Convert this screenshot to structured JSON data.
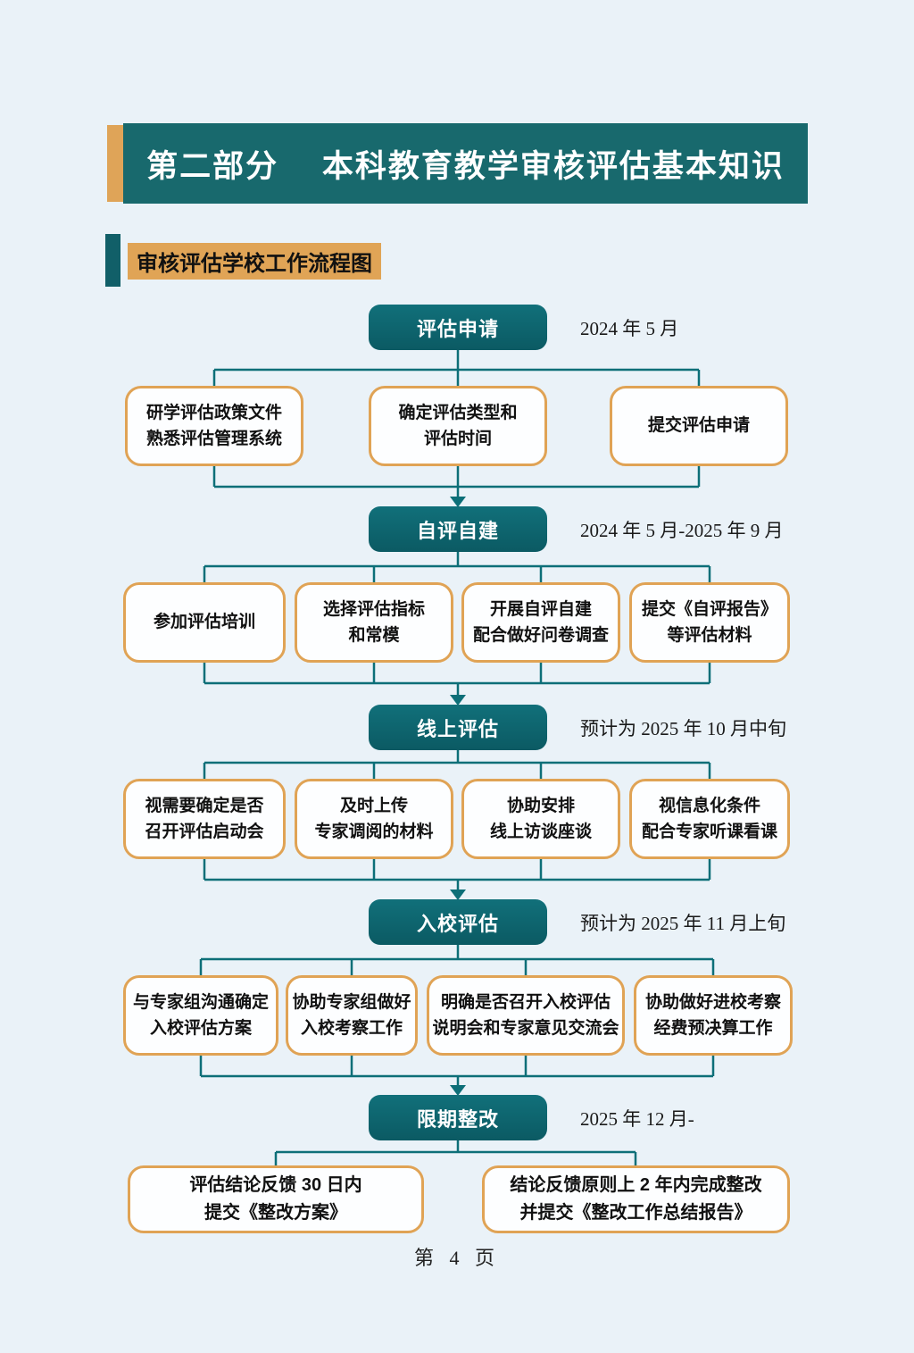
{
  "header": {
    "title": "第二部分　 本科教育教学审核评估基本知识"
  },
  "section": {
    "title": "审核评估学校工作流程图"
  },
  "footer": {
    "page_label": "第 4 页"
  },
  "colors": {
    "background": "#eaf2f8",
    "banner_teal": "#18696d",
    "stage_teal_dark": "#0b5a63",
    "connector_teal": "#0d6f78",
    "accent_orange": "#dfa458",
    "task_border_orange": "#e0a355"
  },
  "flow": {
    "stages": [
      {
        "label": "评估申请",
        "date": "2024 年 5 月",
        "tasks": [
          "研学评估政策文件\n熟悉评估管理系统",
          "确定评估类型和\n评估时间",
          "提交评估申请"
        ]
      },
      {
        "label": "自评自建",
        "date": "2024 年 5 月-2025 年 9 月",
        "tasks": [
          "参加评估培训",
          "选择评估指标\n和常模",
          "开展自评自建\n配合做好问卷调查",
          "提交《自评报告》\n等评估材料"
        ]
      },
      {
        "label": "线上评估",
        "date": "预计为 2025 年 10 月中旬",
        "tasks": [
          "视需要确定是否\n召开评估启动会",
          "及时上传\n专家调阅的材料",
          "协助安排\n线上访谈座谈",
          "视信息化条件\n配合专家听课看课"
        ]
      },
      {
        "label": "入校评估",
        "date": "预计为 2025 年 11 月上旬",
        "tasks": [
          "与专家组沟通确定\n入校评估方案",
          "协助专家组做好\n入校考察工作",
          "明确是否召开入校评估\n说明会和专家意见交流会",
          "协助做好进校考察\n经费预决算工作"
        ]
      },
      {
        "label": "限期整改",
        "date": "2025 年 12 月-",
        "tasks": [
          "评估结论反馈 30 日内\n提交《整改方案》",
          "结论反馈原则上 2 年内完成整改\n并提交《整改工作总结报告》"
        ]
      }
    ]
  }
}
